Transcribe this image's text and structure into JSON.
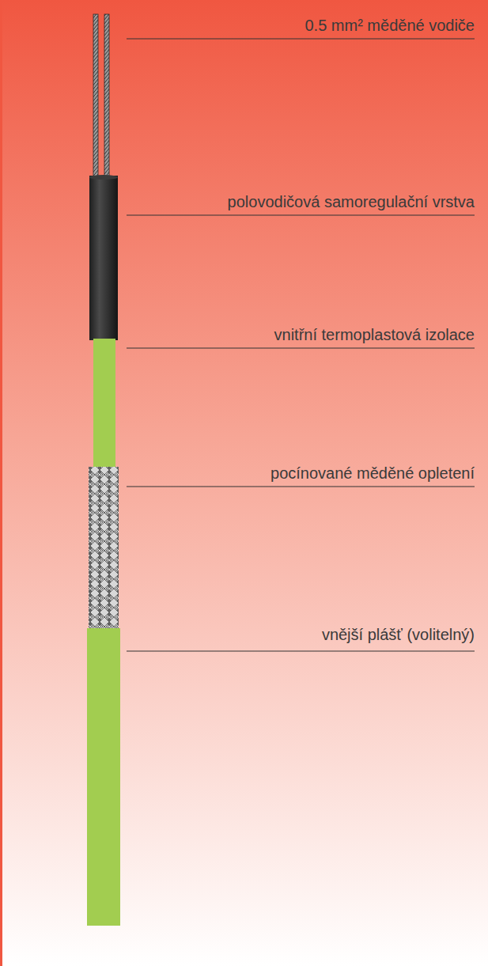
{
  "diagram": {
    "labels": [
      "0.5 mm² měděné vodiče",
      "polovodičová samoregulační vrstva",
      "vnitřní termoplastová izolace",
      "pocínované měděné opletení",
      "vnější plášť (volitelný)"
    ]
  }
}
